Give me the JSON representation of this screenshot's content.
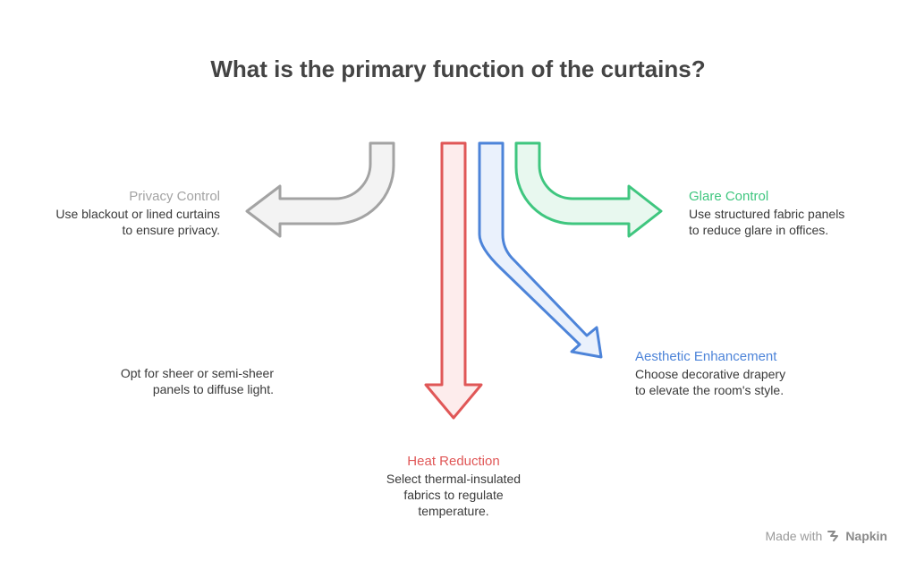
{
  "title": "What is the primary function of the curtains?",
  "colors": {
    "privacy": "#a3a3a3",
    "heat": "#e05757",
    "aesthetic": "#4d84d9",
    "glare": "#3fc67f"
  },
  "branches": {
    "privacy": {
      "heading": "Privacy Control",
      "lines": [
        "Use blackout or lined curtains",
        "to ensure privacy."
      ]
    },
    "glare": {
      "heading": "Glare Control",
      "lines": [
        "Use structured fabric panels",
        "to reduce glare in offices."
      ]
    },
    "aesthetic": {
      "heading": "Aesthetic Enhancement",
      "lines": [
        "Choose decorative drapery",
        "to elevate the room's style."
      ]
    },
    "diffuse": {
      "lines": [
        "Opt for sheer or semi-sheer",
        "panels to diffuse light."
      ]
    },
    "heat": {
      "heading": "Heat Reduction",
      "lines": [
        "Select thermal-insulated",
        "fabrics to regulate",
        "temperature."
      ]
    }
  },
  "branding": {
    "prefix": "Made with",
    "name": "Napkin"
  }
}
